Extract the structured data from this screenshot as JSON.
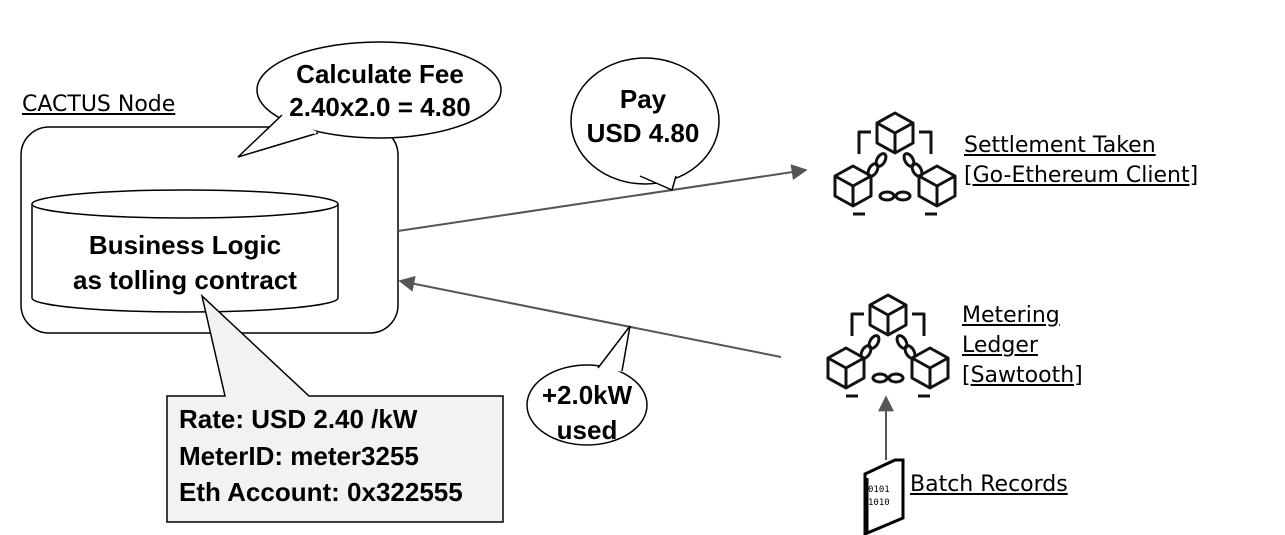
{
  "node": {
    "label": "CACTUS Node",
    "logic_line1": "Business Logic",
    "logic_line2": "as tolling contract"
  },
  "callouts": {
    "calc_line1": "Calculate Fee",
    "calc_line2": "2.40x2.0 = 4.80",
    "pay_line1": "Pay",
    "pay_line2": "USD 4.80",
    "used_line1": "+2.0kW",
    "used_line2": "used",
    "rate": "Rate: USD 2.40 /kW",
    "meter": "MeterID: meter3255",
    "account": "Eth Account: 0x322555"
  },
  "settlement": {
    "line1": "Settlement Taken",
    "line2": "[Go-Ethereum Client]",
    "icon": "blockchain-icon"
  },
  "metering": {
    "line1": "Metering",
    "line2": "Ledger",
    "line3": "[Sawtooth]",
    "icon": "blockchain-icon"
  },
  "batch": {
    "label": "Batch Records",
    "icon": "binary-file-icon",
    "bits1": "0101",
    "bits2": "1010"
  },
  "colors": {
    "arrow": "#555555",
    "note_fill": "#f2f2f2"
  }
}
